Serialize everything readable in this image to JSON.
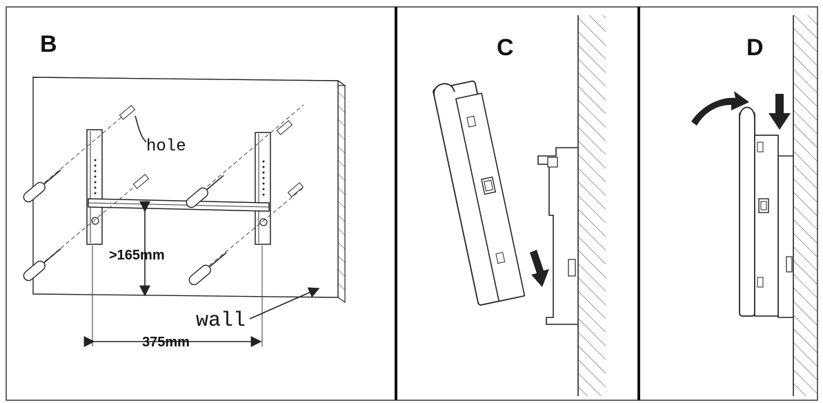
{
  "panels": {
    "b": {
      "label": "B",
      "hole_label": "hole",
      "wall_label": "wall",
      "height_dim": ">165mm",
      "width_dim": "375mm"
    },
    "c": {
      "label": "C"
    },
    "d": {
      "label": "D"
    }
  }
}
